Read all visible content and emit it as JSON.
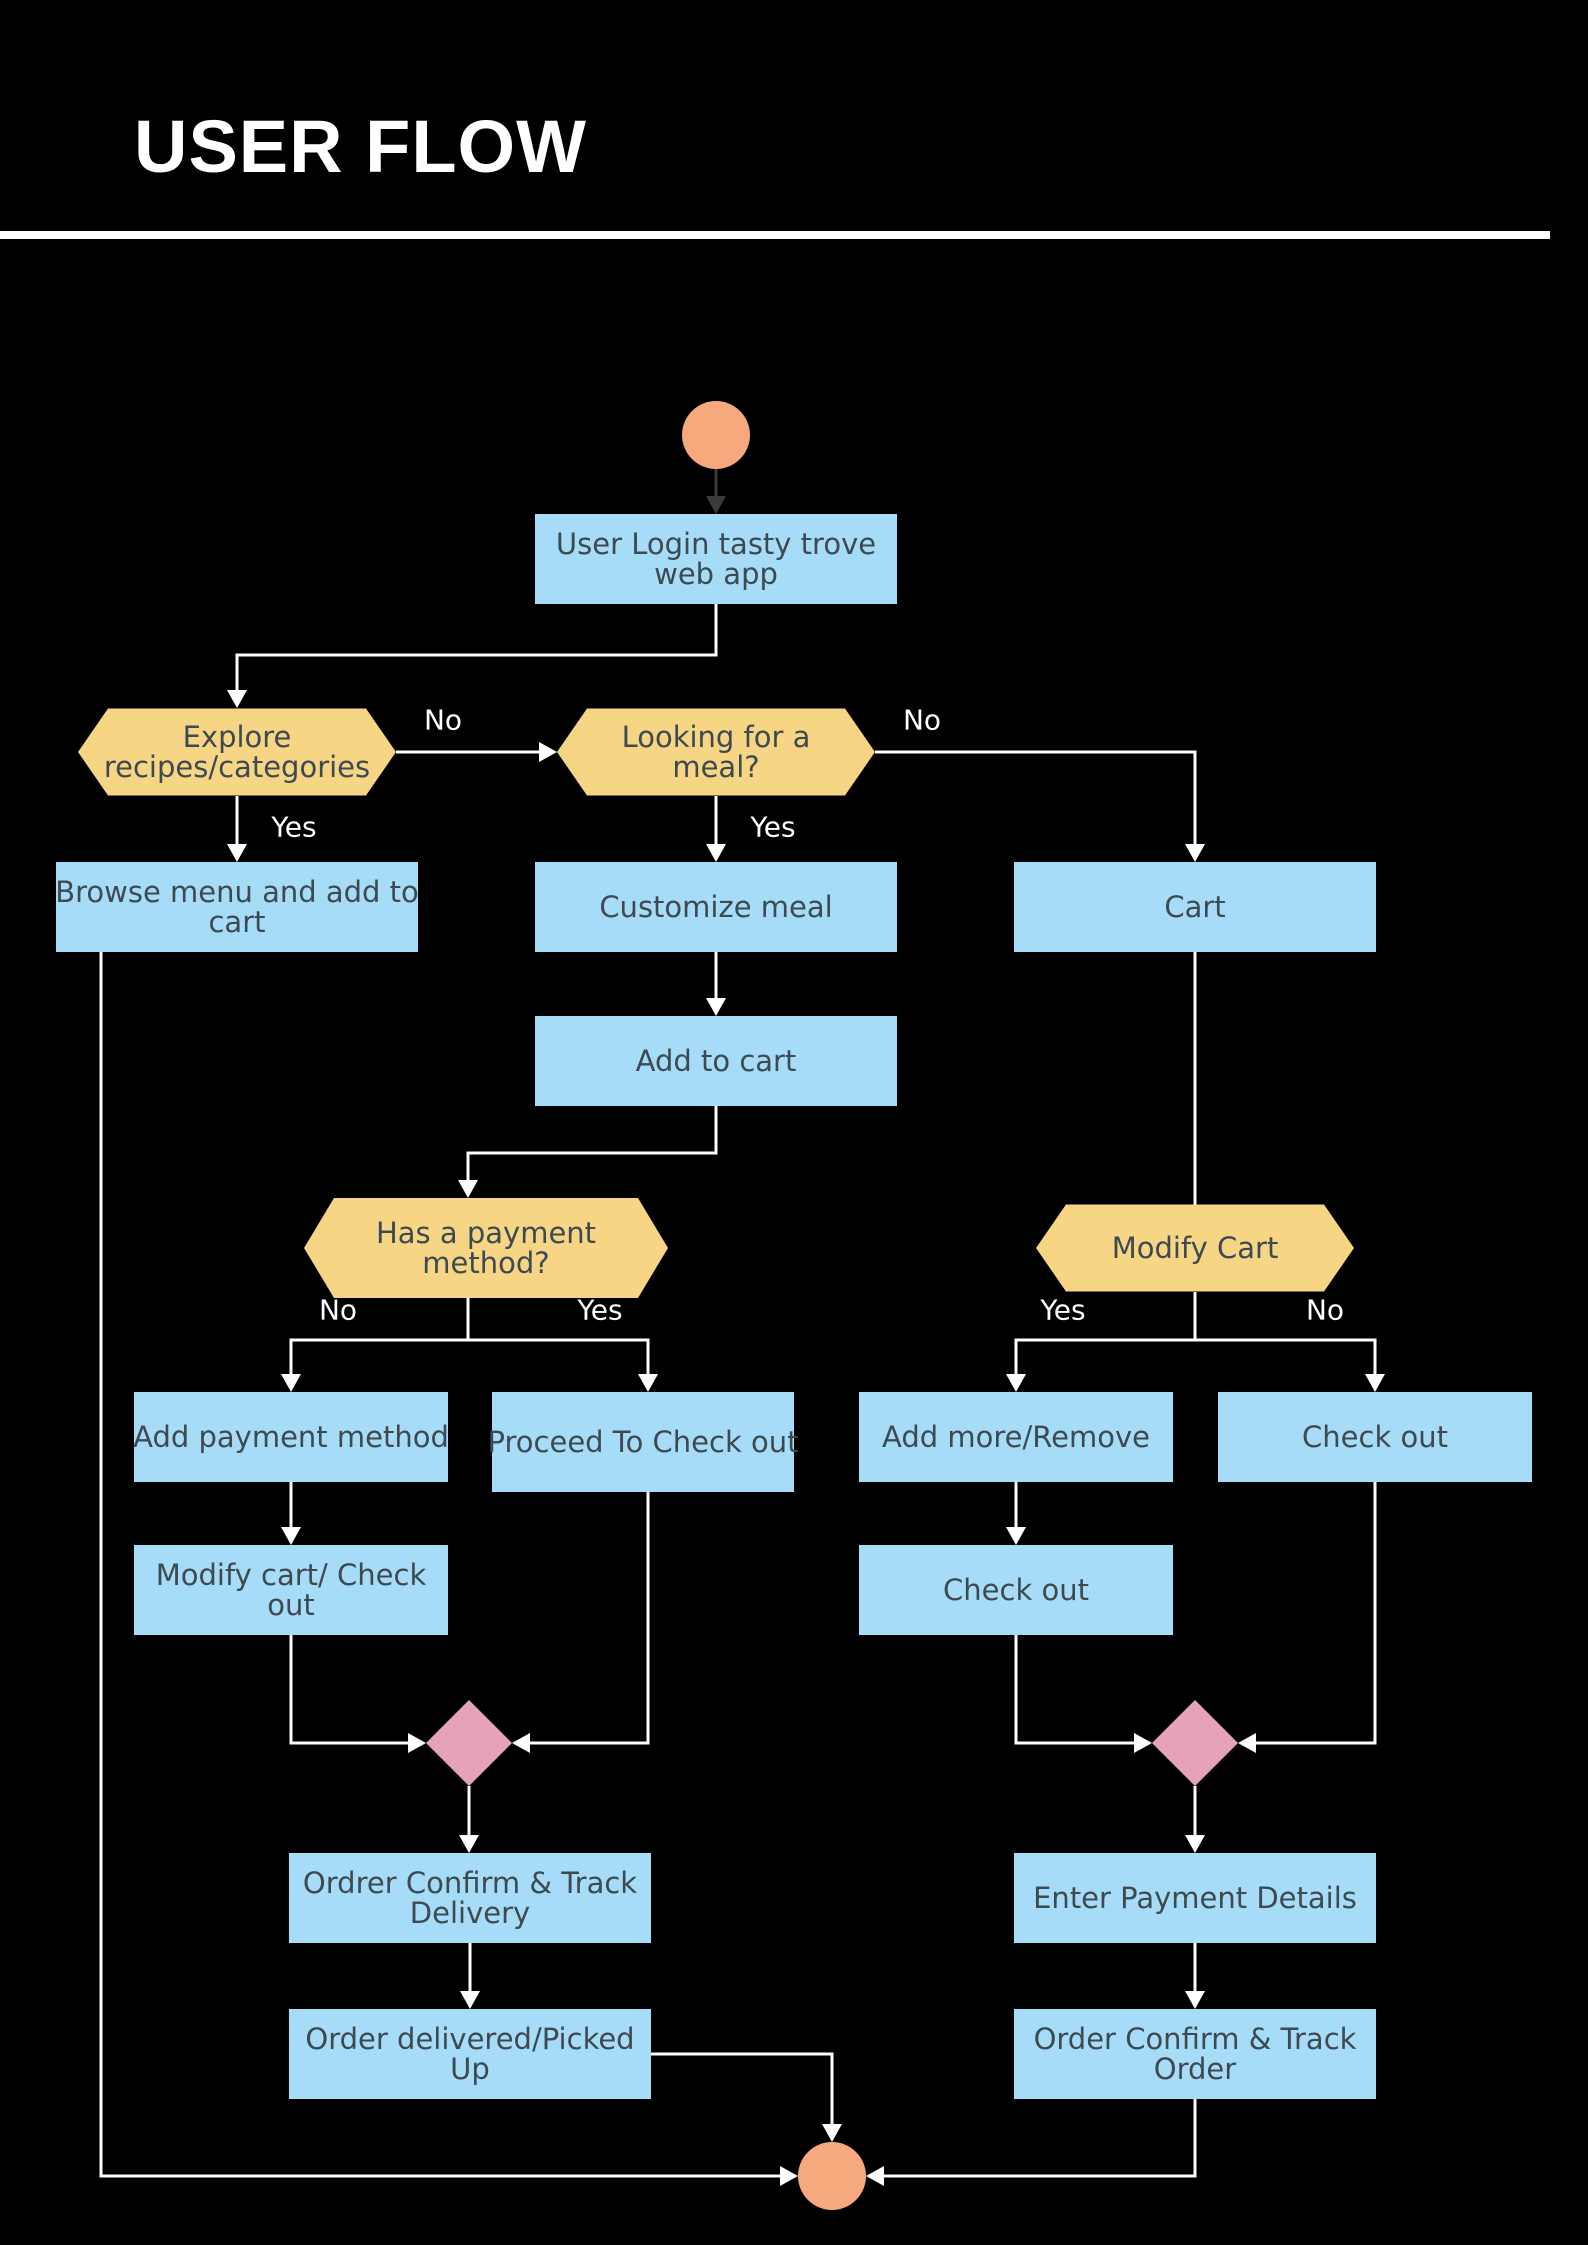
{
  "title": "USER FLOW",
  "colors": {
    "background": "#000000",
    "process": "#a6dcf7",
    "decision": "#f6d584",
    "merge": "#e5a3b8",
    "terminal": "#f5a97c",
    "connector": "#ffffff",
    "node_text": "#3e4a52",
    "edge_label": "#ffffff"
  },
  "nodes": {
    "start": {
      "label": ""
    },
    "login": {
      "lines": [
        "User Login tasty trove",
        "web app"
      ]
    },
    "explore": {
      "lines": [
        "Explore",
        "recipes/categories"
      ]
    },
    "looking": {
      "lines": [
        "Looking for a",
        "meal?"
      ]
    },
    "browse": {
      "lines": [
        "Browse menu and add to",
        "cart"
      ]
    },
    "customize": {
      "lines": [
        "Customize meal"
      ]
    },
    "cart": {
      "lines": [
        "Cart"
      ]
    },
    "add_to_cart": {
      "lines": [
        "Add to cart"
      ]
    },
    "has_payment": {
      "lines": [
        "Has a payment",
        "method?"
      ]
    },
    "modify_cart": {
      "lines": [
        "Modify Cart"
      ]
    },
    "add_payment": {
      "lines": [
        "Add payment method"
      ]
    },
    "proceed_checkout": {
      "lines": [
        "Proceed To Check out"
      ]
    },
    "add_more": {
      "lines": [
        "Add more/Remove"
      ]
    },
    "checkout_right": {
      "lines": [
        "Check out"
      ]
    },
    "modify_checkout": {
      "lines": [
        "Modify cart/ Check",
        "out"
      ]
    },
    "checkout_mid": {
      "lines": [
        "Check out"
      ]
    },
    "order_confirm_delivery": {
      "lines": [
        "Ordrer Confirm & Track",
        "Delivery"
      ]
    },
    "enter_payment": {
      "lines": [
        "Enter Payment Details"
      ]
    },
    "order_delivered": {
      "lines": [
        "Order delivered/Picked",
        "Up"
      ]
    },
    "order_confirm_track": {
      "lines": [
        "Order Confirm & Track",
        "Order"
      ]
    },
    "end": {
      "label": ""
    }
  },
  "edge_labels": {
    "explore_no": "No",
    "explore_yes": "Yes",
    "looking_no": "No",
    "looking_yes": "Yes",
    "payment_no": "No",
    "payment_yes": "Yes",
    "modify_yes": "Yes",
    "modify_no": "No"
  }
}
